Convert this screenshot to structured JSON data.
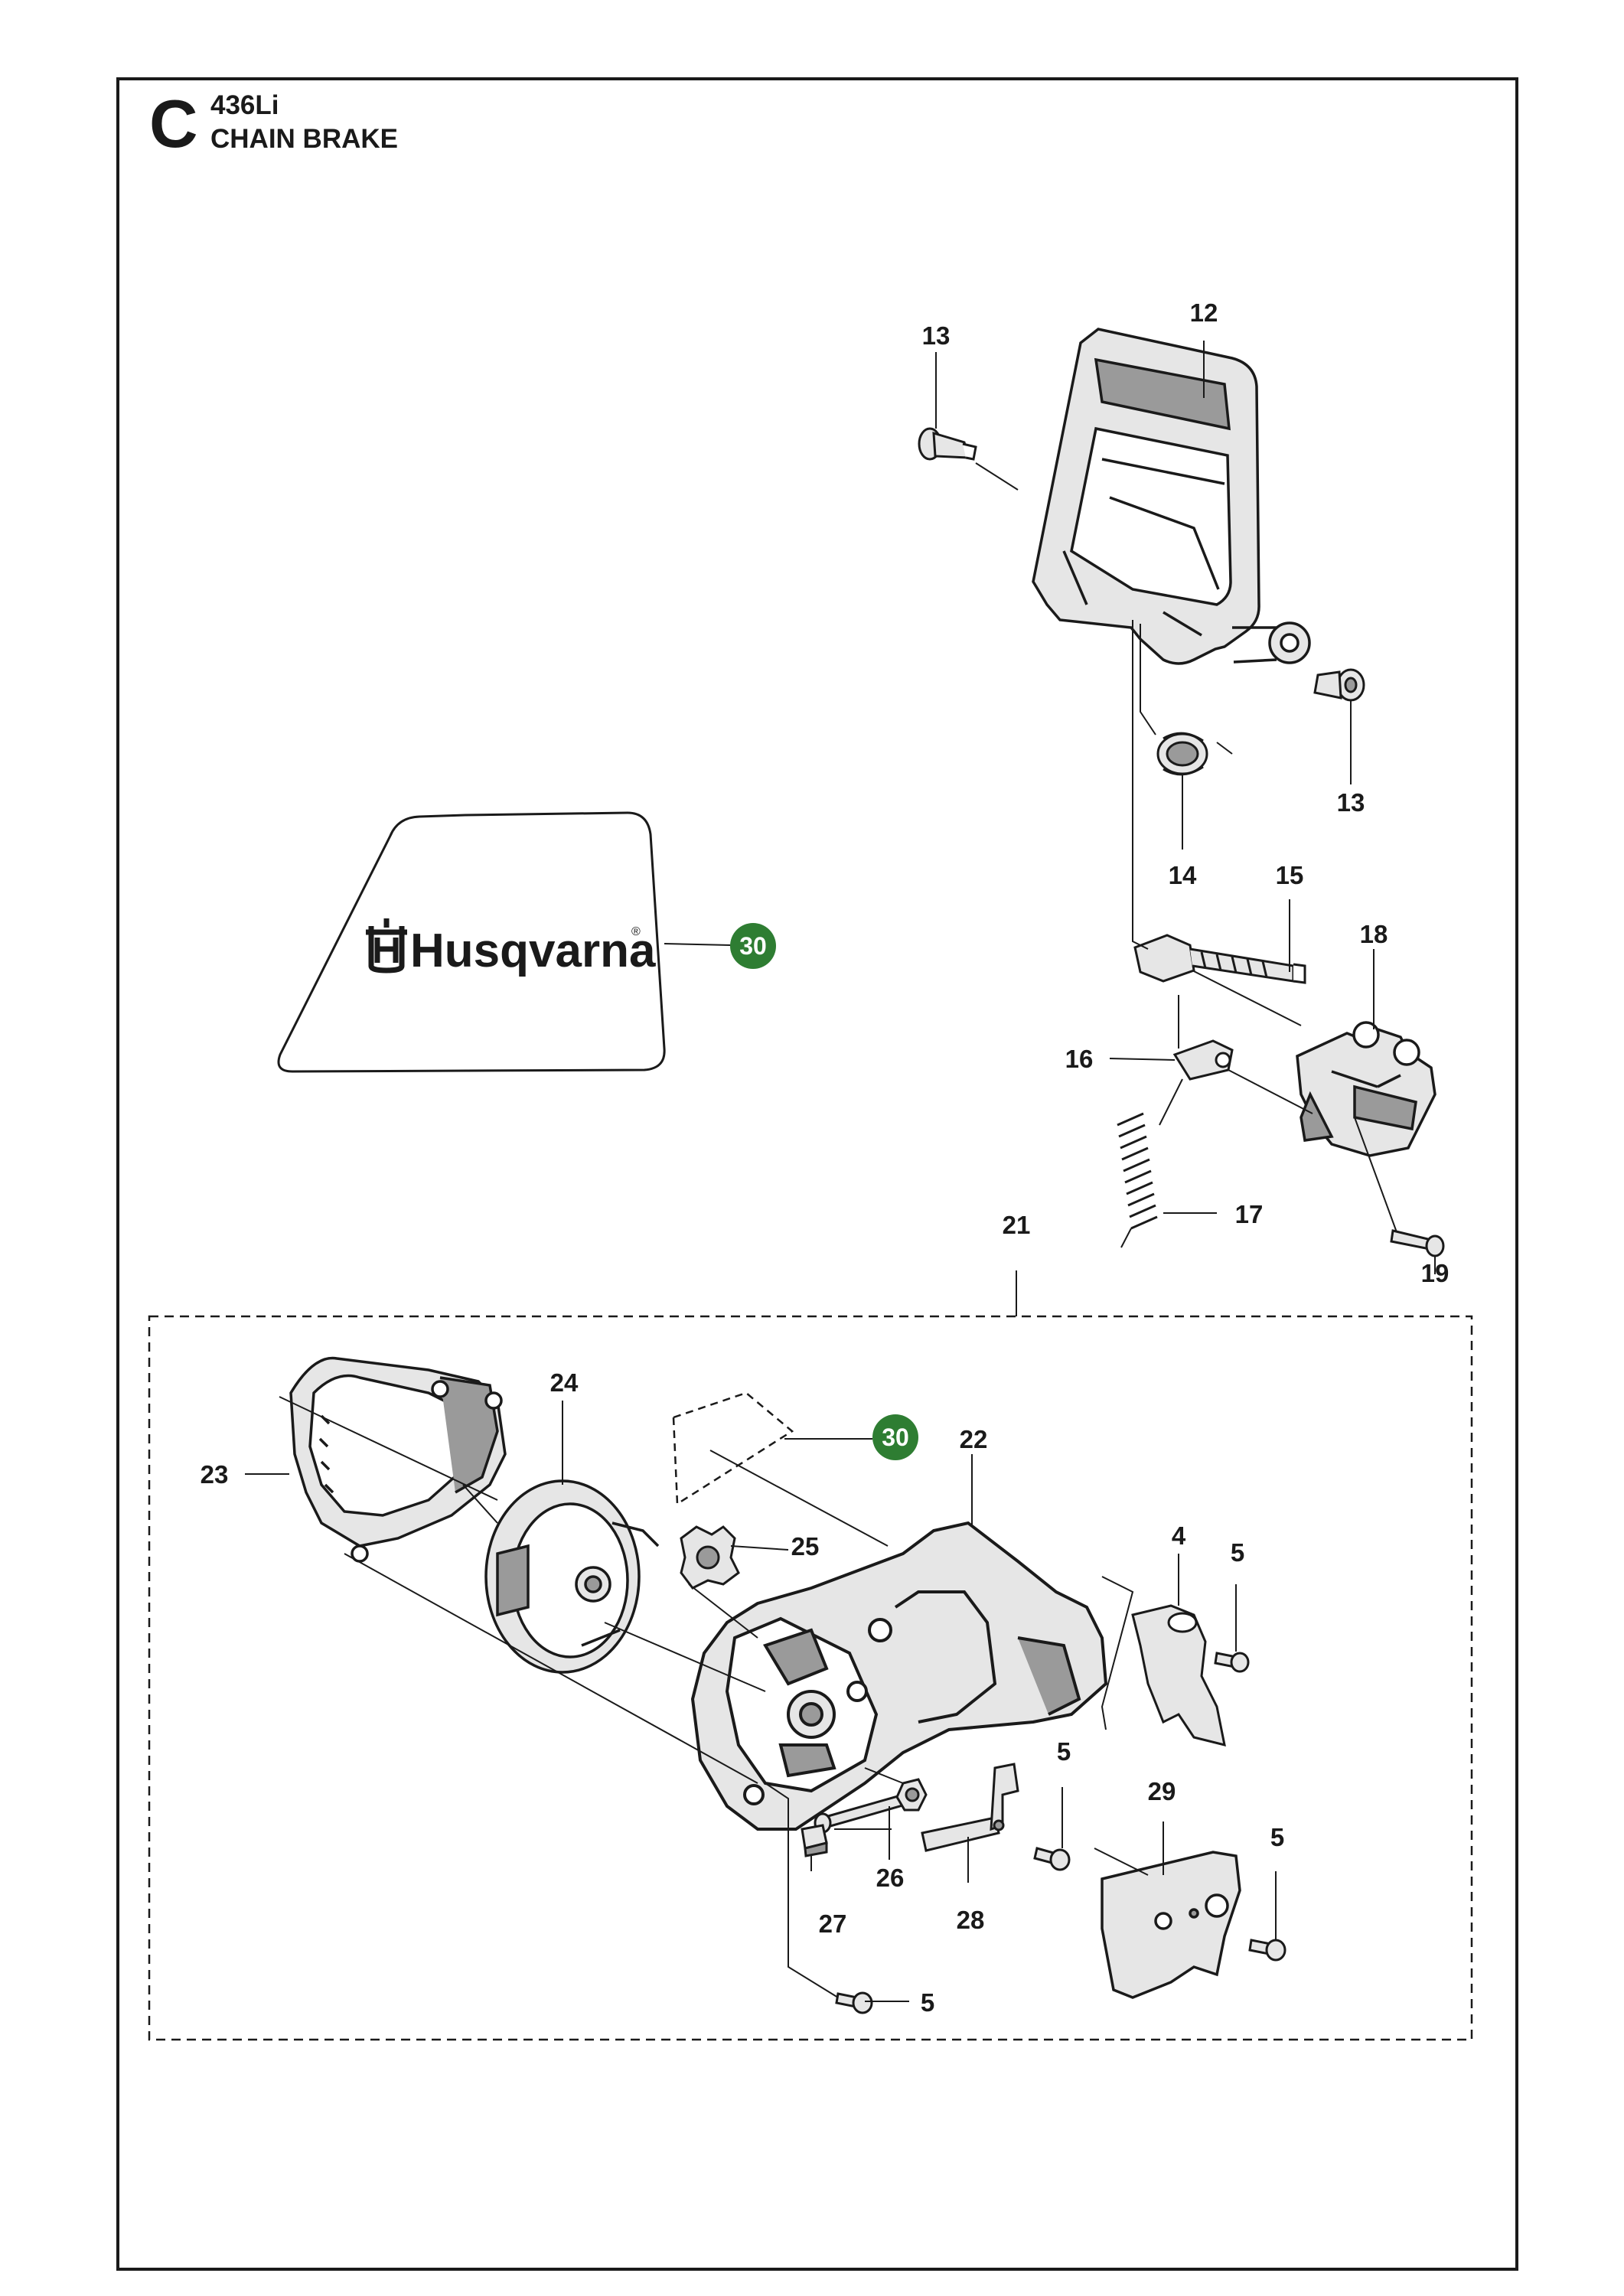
{
  "header": {
    "section_letter": "C",
    "model": "436Li",
    "title": "CHAIN BRAKE"
  },
  "decal": {
    "brand": "Husqvarna",
    "registered_mark": "®"
  },
  "part_labels": {
    "p12": "12",
    "p13a": "13",
    "p13b": "13",
    "p14": "14",
    "p15": "15",
    "p16": "16",
    "p17": "17",
    "p18": "18",
    "p19": "19",
    "p21": "21",
    "p22": "22",
    "p23": "23",
    "p24": "24",
    "p25": "25",
    "p4": "4",
    "p5a": "5",
    "p5b": "5",
    "p5c": "5",
    "p5d": "5",
    "p26": "26",
    "p27": "27",
    "p28": "28",
    "p29": "29",
    "p30a": "30",
    "p30b": "30"
  },
  "colors": {
    "line": "#1a1a1a",
    "part_fill": "#e6e6e6",
    "part_dark": "#9a9a9a",
    "badge_green": "#2e7d32"
  }
}
